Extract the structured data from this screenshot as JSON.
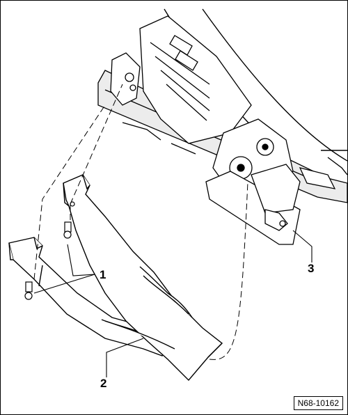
{
  "callouts": {
    "one": "1",
    "two": "2",
    "three": "3"
  },
  "figure_reference": "N68-10162",
  "colors": {
    "ink": "#000000",
    "paper": "#ffffff",
    "shade": "#d9d9d9"
  }
}
